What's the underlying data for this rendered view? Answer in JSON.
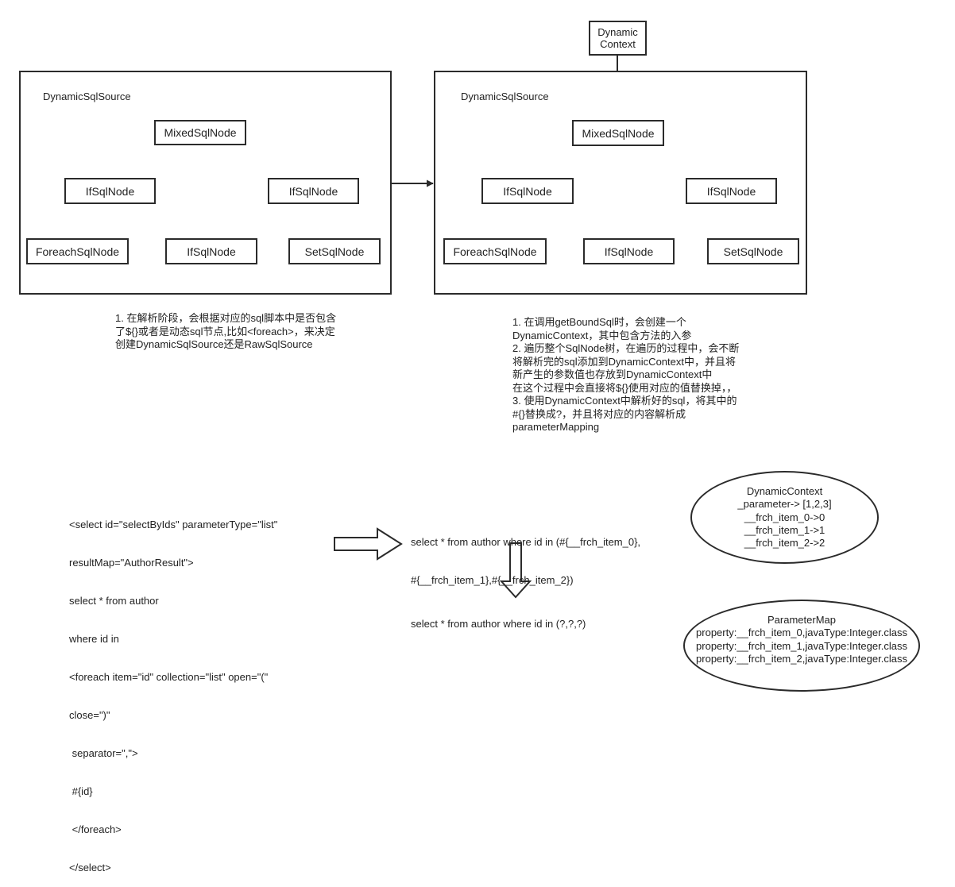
{
  "left_tree": {
    "title": "DynamicSqlSource",
    "root": "MixedSqlNode",
    "left_child": "IfSqlNode",
    "right_child": "IfSqlNode",
    "left_left": "ForeachSqlNode",
    "left_right": "IfSqlNode",
    "right_left": "SetSqlNode"
  },
  "right_tree": {
    "title": "DynamicSqlSource",
    "context_box": [
      "Dynamic",
      "Context"
    ],
    "root": "MixedSqlNode",
    "left_child": "IfSqlNode",
    "right_child": "IfSqlNode",
    "left_left": "ForeachSqlNode",
    "left_right": "IfSqlNode",
    "right_left": "SetSqlNode"
  },
  "left_note": [
    "1. 在解析阶段，会根据对应的sql脚本中是否包含",
    "了${}或者是动态sql节点,比如<foreach>，来决定",
    "创建DynamicSqlSource还是RawSqlSource"
  ],
  "right_note": [
    "1. 在调用getBoundSql时，会创建一个",
    "DynamicContext，其中包含方法的入参",
    "2. 遍历整个SqlNode树，在遍历的过程中，会不断",
    "将解析完的sql添加到DynamicContext中，并且将",
    "新产生的参数值也存放到DynamicContext中",
    "在这个过程中会直接将${}使用对应的值替换掉，，",
    "3. 使用DynamicContext中解析好的sql，将其中的",
    "#{}替换成?，并且将对应的内容解析成",
    "parameterMapping"
  ],
  "xml_code": [
    "<select id=\"selectByIds\" parameterType=\"list\"",
    "resultMap=\"AuthorResult\">",
    "select * from author",
    "where id in",
    "<foreach item=\"id\" collection=\"list\" open=\"(\"",
    "close=\")\"",
    " separator=\",\">",
    " #{id}",
    " </foreach>",
    "</select>"
  ],
  "sql_intermediate": [
    "select * from author where id in (#{__frch_item_0},",
    "#{__frch_item_1},#{__frch_item_2})"
  ],
  "sql_final": "select * from author where id in (?,?,?)",
  "dynamic_context_ellipse": [
    "DynamicContext",
    "_parameter-> [1,2,3]",
    "__frch_item_0->0",
    "__frch_item_1->1",
    "__frch_item_2->2"
  ],
  "parameter_map_ellipse": [
    "ParameterMap",
    "property:__frch_item_0,javaType:Integer.class",
    "property:__frch_item_1,javaType:Integer.class",
    "property:__frch_item_2,javaType:Integer.class"
  ]
}
